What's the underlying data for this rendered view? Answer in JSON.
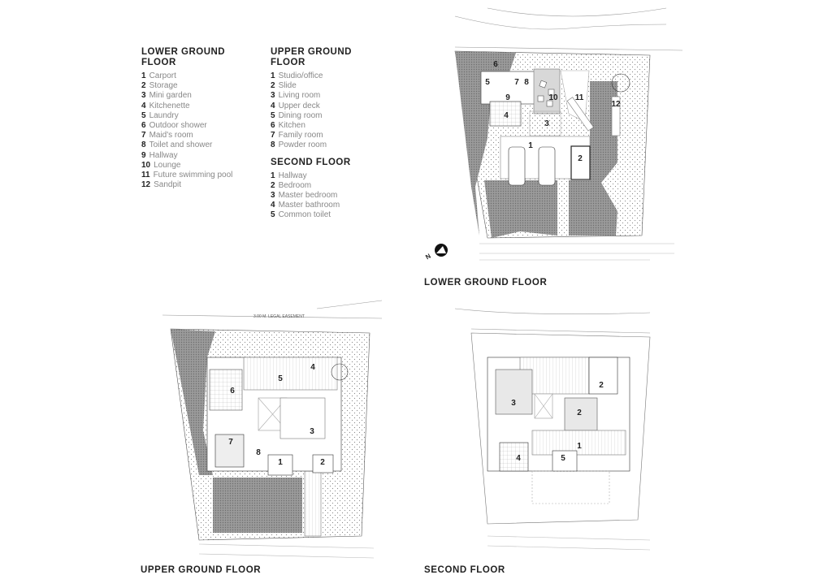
{
  "legends": {
    "lower_ground": {
      "heading": "LOWER GROUND FLOOR",
      "items": [
        {
          "num": "1",
          "label": "Carport"
        },
        {
          "num": "2",
          "label": "Storage"
        },
        {
          "num": "3",
          "label": "Mini garden"
        },
        {
          "num": "4",
          "label": "Kitchenette"
        },
        {
          "num": "5",
          "label": "Laundry"
        },
        {
          "num": "6",
          "label": "Outdoor shower"
        },
        {
          "num": "7",
          "label": "Maid's room"
        },
        {
          "num": "8",
          "label": "Toilet and shower"
        },
        {
          "num": "9",
          "label": "Hallway"
        },
        {
          "num": "10",
          "label": "Lounge"
        },
        {
          "num": "11",
          "label": "Future swimming pool"
        },
        {
          "num": "12",
          "label": "Sandpit"
        }
      ]
    },
    "upper_ground": {
      "heading": "UPPER GROUND FLOOR",
      "items": [
        {
          "num": "1",
          "label": "Studio/office"
        },
        {
          "num": "2",
          "label": "Slide"
        },
        {
          "num": "3",
          "label": "Living room"
        },
        {
          "num": "4",
          "label": "Upper deck"
        },
        {
          "num": "5",
          "label": "Dining room"
        },
        {
          "num": "6",
          "label": "Kitchen"
        },
        {
          "num": "7",
          "label": "Family room"
        },
        {
          "num": "8",
          "label": "Powder room"
        }
      ]
    },
    "second": {
      "heading": "SECOND FLOOR",
      "items": [
        {
          "num": "1",
          "label": "Hallway"
        },
        {
          "num": "2",
          "label": "Bedroom"
        },
        {
          "num": "3",
          "label": "Master bedroom"
        },
        {
          "num": "4",
          "label": "Master bathroom"
        },
        {
          "num": "5",
          "label": "Common toilet"
        }
      ]
    }
  },
  "plans": {
    "lower_ground": {
      "title": "LOWER GROUND FLOOR",
      "north_label": "N",
      "room_numbers": [
        "1",
        "2",
        "3",
        "4",
        "5",
        "6",
        "7",
        "8",
        "9",
        "10",
        "11",
        "12"
      ]
    },
    "upper_ground": {
      "title": "UPPER GROUND FLOOR",
      "easement_label": "3.00 M. LEGAL EASEMENT",
      "room_numbers": [
        "1",
        "2",
        "3",
        "4",
        "5",
        "6",
        "7",
        "8"
      ]
    },
    "second": {
      "title": "SECOND FLOOR",
      "room_numbers": [
        "1",
        "2",
        "2",
        "3",
        "4",
        "5"
      ]
    }
  },
  "colors": {
    "ink": "#222222",
    "hatch": "#8a8a8a",
    "line": "#999999"
  }
}
